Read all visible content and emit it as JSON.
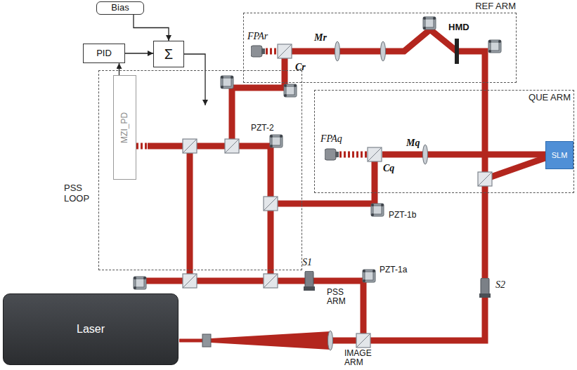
{
  "diagram": {
    "nodes": [
      {
        "text": [
          "Bias"
        ]
      },
      {
        "text": [
          "PID"
        ]
      },
      {
        "text": [
          "Σ"
        ]
      },
      {
        "text": [
          "REF ARM"
        ]
      },
      {
        "text": [
          "QUE ARM"
        ]
      },
      {
        "text": [
          "SLM"
        ],
        "in": 4
      },
      {
        "text": [
          "PSS LOOP"
        ]
      },
      {
        "text": [
          "MZI_PD"
        ],
        "in": 6
      },
      {
        "text": [
          "Laser"
        ]
      }
    ],
    "edges": [
      {
        "from": 0,
        "to": 2,
        "arrow": "to"
      },
      {
        "from": 1,
        "to": 2,
        "arrow": "to"
      },
      {
        "from": 7,
        "to": 1,
        "arrow": "to"
      }
    ],
    "labels": [
      "FPAr",
      "Mr",
      "Cr",
      "HMD",
      "FPAq",
      "Mq",
      "Cq",
      "PZT-2",
      "PZT-1b",
      "PZT-1a",
      "S1",
      "S2",
      "PSS ARM",
      "IMAGE ARM"
    ]
  }
}
